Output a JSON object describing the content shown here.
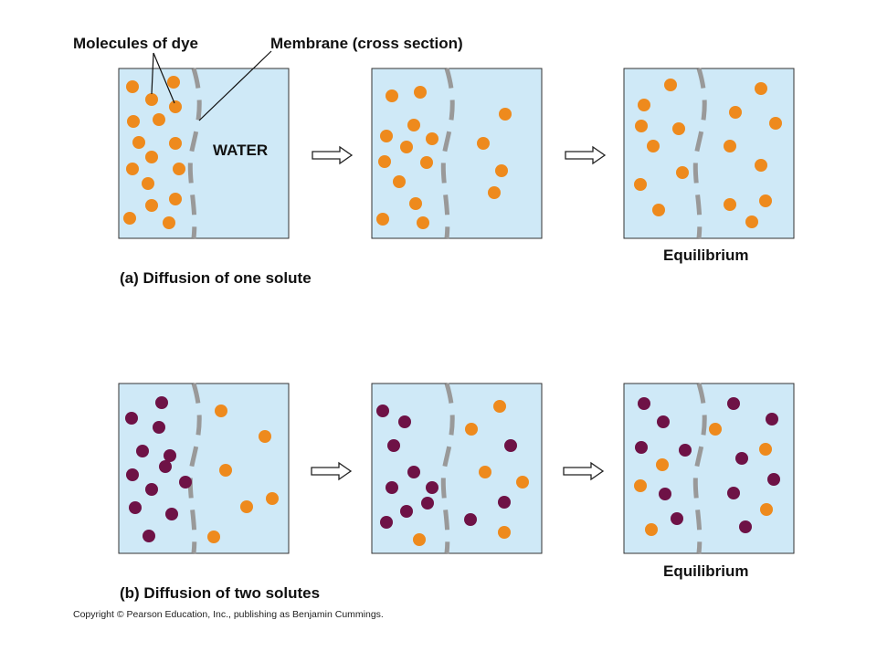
{
  "labels": {
    "molecules_of_dye": "Molecules of dye",
    "membrane": "Membrane (cross section)",
    "water": "WATER",
    "equilibrium": "Equilibrium",
    "caption_a": "(a) Diffusion of one solute",
    "caption_b": "(b) Diffusion of two solutes",
    "copyright": "Copyright © Pearson Education, Inc., publishing as Benjamin Cummings."
  },
  "colors": {
    "water": "#cfe9f7",
    "border": "#333333",
    "membrane": "#999999",
    "dye_orange": "#ee8a1d",
    "dye_purple": "#6e1246",
    "arrow_stroke": "#222222"
  }
}
